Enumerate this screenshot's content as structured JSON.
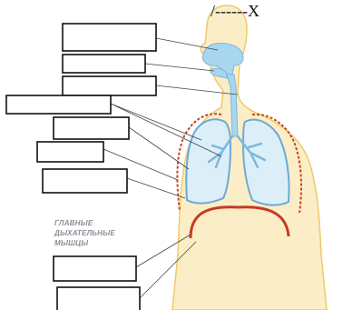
{
  "diagram": {
    "mark_top": "/------X",
    "muscles_label_lines": [
      "ГЛАВНЫЕ",
      "ДЫХАТЕЛЬНЫЕ",
      "МЫШЦЫ"
    ],
    "blank_label_boxes": 9,
    "colors": {
      "body_fill": "#fbeec6",
      "body_outline": "#f0c86a",
      "airway_fill": "#a9d6ef",
      "airway_outline": "#7cb8dc",
      "lung_fill": "#dceff9",
      "lung_outline": "#6fa9d2",
      "pleura_line": "#c2451f",
      "diaphragm": "#c83a22",
      "leader_line": "#444444",
      "box_border": "#111111"
    }
  }
}
